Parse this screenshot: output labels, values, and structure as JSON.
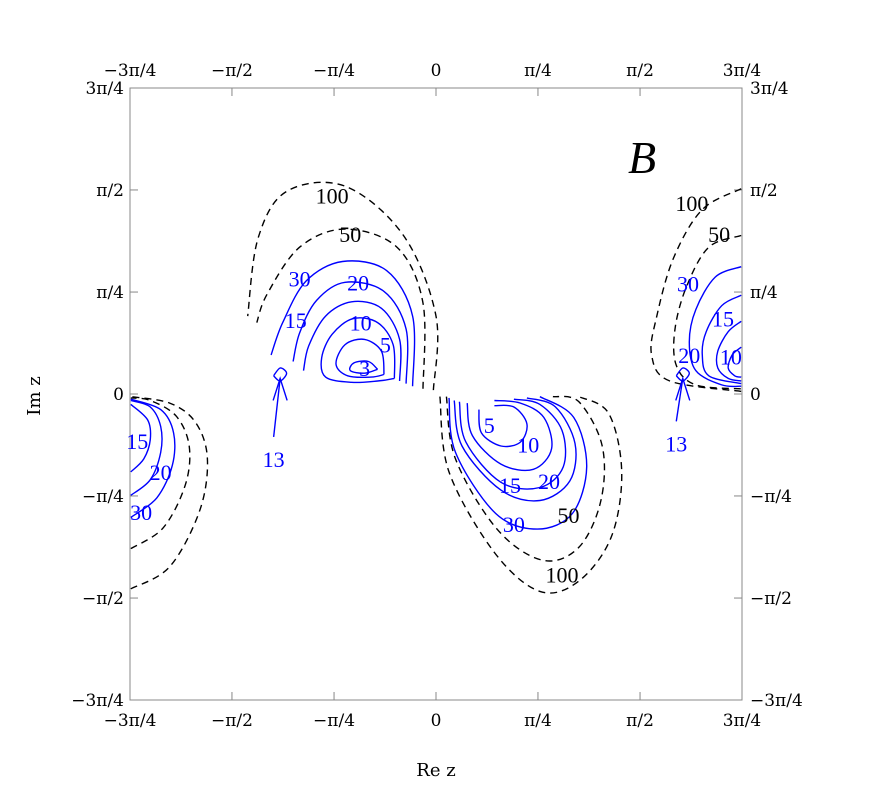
{
  "chart_data": {
    "type": "contour",
    "panel_label": "B",
    "xlabel": "Re z",
    "ylabel": "Im z",
    "xlim": [
      -2.356,
      2.356
    ],
    "ylim": [
      -2.356,
      2.356
    ],
    "grid": false,
    "colors": {
      "solid": "#0000ff",
      "dashed": "#000000",
      "frame": "#888888"
    },
    "x_ticks": [
      {
        "value": -2.356,
        "label": "−3π/4"
      },
      {
        "value": -1.571,
        "label": "−π/2"
      },
      {
        "value": -0.785,
        "label": "−π/4"
      },
      {
        "value": 0,
        "label": "0"
      },
      {
        "value": 0.785,
        "label": "π/4"
      },
      {
        "value": 1.571,
        "label": "π/2"
      },
      {
        "value": 2.356,
        "label": "3π/4"
      }
    ],
    "y_ticks": [
      {
        "value": 2.356,
        "label": "3π/4"
      },
      {
        "value": 1.571,
        "label": "π/2"
      },
      {
        "value": 0.785,
        "label": "π/4"
      },
      {
        "value": 0,
        "label": "0"
      },
      {
        "value": -0.785,
        "label": "−π/4"
      },
      {
        "value": -1.571,
        "label": "−π/2"
      },
      {
        "value": -2.356,
        "label": "−3π/4"
      }
    ],
    "contours": [
      {
        "level": 100,
        "style": "dashed",
        "points": [
          [
            0.03,
            -0.02
          ],
          [
            0.1,
            -0.6
          ],
          [
            0.45,
            -1.22
          ],
          [
            0.8,
            -1.52
          ],
          [
            1.1,
            -1.44
          ],
          [
            1.35,
            -1.1
          ],
          [
            1.43,
            -0.6
          ],
          [
            1.33,
            -0.15
          ],
          [
            1.1,
            -0.02
          ]
        ]
      },
      {
        "level": 50,
        "style": "dashed",
        "points": [
          [
            0.08,
            -0.02
          ],
          [
            0.15,
            -0.5
          ],
          [
            0.47,
            -1.04
          ],
          [
            0.82,
            -1.28
          ],
          [
            1.1,
            -1.18
          ],
          [
            1.27,
            -0.82
          ],
          [
            1.28,
            -0.4
          ],
          [
            1.1,
            -0.06
          ],
          [
            0.9,
            -0.02
          ]
        ]
      },
      {
        "level": 30,
        "style": "solid",
        "points": [
          [
            0.1,
            -0.03
          ],
          [
            0.15,
            -0.45
          ],
          [
            0.46,
            -0.92
          ],
          [
            0.78,
            -1.04
          ],
          [
            1.05,
            -0.92
          ],
          [
            1.16,
            -0.56
          ],
          [
            1.06,
            -0.18
          ],
          [
            0.8,
            -0.02
          ]
        ]
      },
      {
        "level": 20,
        "style": "solid",
        "points": [
          [
            0.14,
            -0.05
          ],
          [
            0.2,
            -0.4
          ],
          [
            0.5,
            -0.74
          ],
          [
            0.8,
            -0.82
          ],
          [
            1.03,
            -0.67
          ],
          [
            1.07,
            -0.38
          ],
          [
            0.92,
            -0.1
          ],
          [
            0.7,
            -0.03
          ]
        ]
      },
      {
        "level": 15,
        "style": "solid",
        "points": [
          [
            0.18,
            -0.06
          ],
          [
            0.23,
            -0.37
          ],
          [
            0.5,
            -0.68
          ],
          [
            0.8,
            -0.72
          ],
          [
            0.98,
            -0.56
          ],
          [
            0.97,
            -0.28
          ],
          [
            0.8,
            -0.08
          ],
          [
            0.6,
            -0.04
          ]
        ]
      },
      {
        "level": 10,
        "style": "solid",
        "points": [
          [
            0.24,
            -0.07
          ],
          [
            0.28,
            -0.32
          ],
          [
            0.5,
            -0.54
          ],
          [
            0.75,
            -0.58
          ],
          [
            0.89,
            -0.42
          ],
          [
            0.83,
            -0.18
          ],
          [
            0.65,
            -0.07
          ],
          [
            0.45,
            -0.05
          ]
        ]
      },
      {
        "level": 5,
        "style": "solid",
        "points": [
          [
            0.33,
            -0.12
          ],
          [
            0.35,
            -0.3
          ],
          [
            0.5,
            -0.4
          ],
          [
            0.65,
            -0.37
          ],
          [
            0.7,
            -0.23
          ],
          [
            0.6,
            -0.1
          ],
          [
            0.45,
            -0.09
          ]
        ]
      },
      {
        "level": 100,
        "style": "dashed",
        "points": [
          [
            -0.02,
            0.03
          ],
          [
            0,
            0.6
          ],
          [
            -0.25,
            1.22
          ],
          [
            -0.7,
            1.6
          ],
          [
            -1.15,
            1.56
          ],
          [
            -1.37,
            1.2
          ],
          [
            -1.45,
            0.6
          ]
        ]
      },
      {
        "level": 50,
        "style": "dashed",
        "points": [
          [
            -0.1,
            0.04
          ],
          [
            -0.1,
            0.7
          ],
          [
            -0.3,
            1.13
          ],
          [
            -0.7,
            1.27
          ],
          [
            -1.05,
            1.13
          ],
          [
            -1.3,
            0.77
          ],
          [
            -1.38,
            0.55
          ]
        ]
      },
      {
        "level": 30,
        "style": "solid",
        "points": [
          [
            -0.18,
            0.06
          ],
          [
            -0.18,
            0.6
          ],
          [
            -0.38,
            0.95
          ],
          [
            -0.72,
            1.02
          ],
          [
            -1.0,
            0.87
          ],
          [
            -1.18,
            0.55
          ],
          [
            -1.27,
            0.3
          ]
        ]
      },
      {
        "level": 20,
        "style": "solid",
        "points": [
          [
            -0.23,
            0.08
          ],
          [
            -0.23,
            0.5
          ],
          [
            -0.4,
            0.79
          ],
          [
            -0.7,
            0.86
          ],
          [
            -0.92,
            0.72
          ],
          [
            -1.05,
            0.47
          ],
          [
            -1.1,
            0.25
          ]
        ]
      },
      {
        "level": 15,
        "style": "solid",
        "points": [
          [
            -0.28,
            0.1
          ],
          [
            -0.28,
            0.42
          ],
          [
            -0.42,
            0.66
          ],
          [
            -0.65,
            0.71
          ],
          [
            -0.85,
            0.6
          ],
          [
            -0.98,
            0.37
          ],
          [
            -1.02,
            0.18
          ]
        ]
      },
      {
        "level": 10,
        "style": "solid",
        "points": [
          [
            -0.32,
            0.12
          ],
          [
            -0.33,
            0.38
          ],
          [
            -0.45,
            0.55
          ],
          [
            -0.64,
            0.58
          ],
          [
            -0.8,
            0.46
          ],
          [
            -0.88,
            0.28
          ],
          [
            -0.85,
            0.13
          ],
          [
            -0.65,
            0.09
          ],
          [
            -0.45,
            0.1
          ],
          [
            -0.32,
            0.12
          ]
        ]
      },
      {
        "level": 5,
        "style": "solid",
        "points": [
          [
            -0.4,
            0.15
          ],
          [
            -0.42,
            0.33
          ],
          [
            -0.55,
            0.42
          ],
          [
            -0.7,
            0.38
          ],
          [
            -0.77,
            0.23
          ],
          [
            -0.68,
            0.14
          ],
          [
            -0.5,
            0.13
          ],
          [
            -0.4,
            0.15
          ]
        ]
      },
      {
        "level": 3,
        "style": "solid",
        "points": [
          [
            -0.45,
            0.19
          ],
          [
            -0.52,
            0.25
          ],
          [
            -0.63,
            0.24
          ],
          [
            -0.66,
            0.18
          ],
          [
            -0.55,
            0.16
          ],
          [
            -0.45,
            0.19
          ]
        ]
      },
      {
        "level": 13,
        "style": "solid",
        "points": [
          [
            -1.25,
            0.14
          ],
          [
            -1.2,
            0.2
          ],
          [
            -1.15,
            0.16
          ],
          [
            -1.2,
            0.1
          ],
          [
            -1.25,
            0.14
          ]
        ]
      },
      {
        "level": 100,
        "style": "dashed",
        "points": [
          [
            -2.35,
            -1.5
          ],
          [
            -2.05,
            -1.33
          ],
          [
            -1.82,
            -0.9
          ],
          [
            -1.76,
            -0.5
          ],
          [
            -1.85,
            -0.22
          ],
          [
            -2.05,
            -0.07
          ],
          [
            -2.35,
            -0.02
          ]
        ]
      },
      {
        "level": 50,
        "style": "dashed",
        "points": [
          [
            -2.35,
            -1.19
          ],
          [
            -2.1,
            -1.03
          ],
          [
            -1.93,
            -0.7
          ],
          [
            -1.9,
            -0.4
          ],
          [
            -2.0,
            -0.17
          ],
          [
            -2.2,
            -0.05
          ],
          [
            -2.35,
            -0.03
          ]
        ]
      },
      {
        "level": 30,
        "style": "solid",
        "points": [
          [
            -2.35,
            -0.95
          ],
          [
            -2.15,
            -0.8
          ],
          [
            -2.03,
            -0.55
          ],
          [
            -2.02,
            -0.3
          ],
          [
            -2.12,
            -0.12
          ],
          [
            -2.35,
            -0.04
          ]
        ]
      },
      {
        "level": 20,
        "style": "solid",
        "points": [
          [
            -2.35,
            -0.78
          ],
          [
            -2.2,
            -0.66
          ],
          [
            -2.12,
            -0.45
          ],
          [
            -2.12,
            -0.25
          ],
          [
            -2.2,
            -0.1
          ],
          [
            -2.35,
            -0.05
          ]
        ]
      },
      {
        "level": 15,
        "style": "solid",
        "points": [
          [
            -2.35,
            -0.6
          ],
          [
            -2.25,
            -0.5
          ],
          [
            -2.2,
            -0.35
          ],
          [
            -2.22,
            -0.2
          ],
          [
            -2.35,
            -0.08
          ]
        ]
      },
      {
        "level": 100,
        "style": "dashed",
        "points": [
          [
            2.35,
            1.58
          ],
          [
            2.05,
            1.42
          ],
          [
            1.83,
            1.05
          ],
          [
            1.7,
            0.6
          ],
          [
            1.66,
            0.3
          ],
          [
            1.8,
            0.1
          ],
          [
            2.35,
            0.02
          ]
        ]
      },
      {
        "level": 50,
        "style": "dashed",
        "points": [
          [
            2.35,
            1.22
          ],
          [
            2.1,
            1.13
          ],
          [
            1.93,
            0.83
          ],
          [
            1.84,
            0.5
          ],
          [
            1.85,
            0.22
          ],
          [
            2.0,
            0.07
          ],
          [
            2.35,
            0.04
          ]
        ]
      },
      {
        "level": 30,
        "style": "solid",
        "points": [
          [
            2.35,
            0.98
          ],
          [
            2.15,
            0.9
          ],
          [
            2.0,
            0.65
          ],
          [
            1.95,
            0.4
          ],
          [
            2.0,
            0.18
          ],
          [
            2.2,
            0.07
          ],
          [
            2.35,
            0.06
          ]
        ]
      },
      {
        "level": 20,
        "style": "solid",
        "points": [
          [
            2.35,
            0.76
          ],
          [
            2.2,
            0.68
          ],
          [
            2.08,
            0.48
          ],
          [
            2.05,
            0.3
          ],
          [
            2.1,
            0.14
          ],
          [
            2.35,
            0.08
          ]
        ]
      },
      {
        "level": 15,
        "style": "solid",
        "points": [
          [
            2.35,
            0.56
          ],
          [
            2.25,
            0.48
          ],
          [
            2.17,
            0.33
          ],
          [
            2.17,
            0.2
          ],
          [
            2.25,
            0.12
          ],
          [
            2.35,
            0.1
          ]
        ]
      },
      {
        "level": 10,
        "style": "solid",
        "points": [
          [
            2.35,
            0.36
          ],
          [
            2.28,
            0.3
          ],
          [
            2.25,
            0.2
          ],
          [
            2.3,
            0.14
          ],
          [
            2.35,
            0.13
          ]
        ]
      },
      {
        "level": 13,
        "style": "solid",
        "points": [
          [
            1.85,
            0.14
          ],
          [
            1.9,
            0.2
          ],
          [
            1.95,
            0.16
          ],
          [
            1.9,
            0.1
          ],
          [
            1.85,
            0.14
          ]
        ]
      }
    ],
    "annotations": [
      {
        "text": "13",
        "x": -1.25,
        "y": -0.5,
        "arrow_to": [
          -1.2,
          0.12
        ]
      },
      {
        "text": "13",
        "x": 1.85,
        "y": -0.38,
        "arrow_to": [
          1.9,
          0.12
        ]
      }
    ],
    "contour_labels": [
      {
        "text": "100",
        "x": -0.8,
        "y": 1.53,
        "color": "dashed"
      },
      {
        "text": "50",
        "x": -0.66,
        "y": 1.23,
        "color": "dashed"
      },
      {
        "text": "30",
        "x": -1.05,
        "y": 0.89,
        "color": "solid"
      },
      {
        "text": "20",
        "x": -0.6,
        "y": 0.86,
        "color": "solid"
      },
      {
        "text": "15",
        "x": -1.08,
        "y": 0.57,
        "color": "solid"
      },
      {
        "text": "10",
        "x": -0.58,
        "y": 0.55,
        "color": "solid"
      },
      {
        "text": "5",
        "x": -0.39,
        "y": 0.38,
        "color": "solid"
      },
      {
        "text": "3",
        "x": -0.55,
        "y": 0.2,
        "color": "solid"
      },
      {
        "text": "5",
        "x": 0.41,
        "y": -0.24,
        "color": "solid"
      },
      {
        "text": "10",
        "x": 0.71,
        "y": -0.39,
        "color": "solid"
      },
      {
        "text": "15",
        "x": 0.57,
        "y": -0.7,
        "color": "solid"
      },
      {
        "text": "20",
        "x": 0.87,
        "y": -0.67,
        "color": "solid"
      },
      {
        "text": "30",
        "x": 0.6,
        "y": -1.0,
        "color": "solid"
      },
      {
        "text": "50",
        "x": 1.02,
        "y": -0.93,
        "color": "dashed"
      },
      {
        "text": "100",
        "x": 0.97,
        "y": -1.39,
        "color": "dashed"
      },
      {
        "text": "15",
        "x": -2.3,
        "y": -0.36,
        "color": "solid"
      },
      {
        "text": "20",
        "x": -2.12,
        "y": -0.6,
        "color": "solid"
      },
      {
        "text": "30",
        "x": -2.27,
        "y": -0.91,
        "color": "solid"
      },
      {
        "text": "100",
        "x": 1.97,
        "y": 1.47,
        "color": "dashed"
      },
      {
        "text": "50",
        "x": 2.18,
        "y": 1.23,
        "color": "dashed"
      },
      {
        "text": "30",
        "x": 1.94,
        "y": 0.85,
        "color": "solid"
      },
      {
        "text": "15",
        "x": 2.21,
        "y": 0.58,
        "color": "solid"
      },
      {
        "text": "20",
        "x": 1.95,
        "y": 0.3,
        "color": "solid"
      },
      {
        "text": "10",
        "x": 2.27,
        "y": 0.29,
        "color": "solid"
      }
    ]
  }
}
